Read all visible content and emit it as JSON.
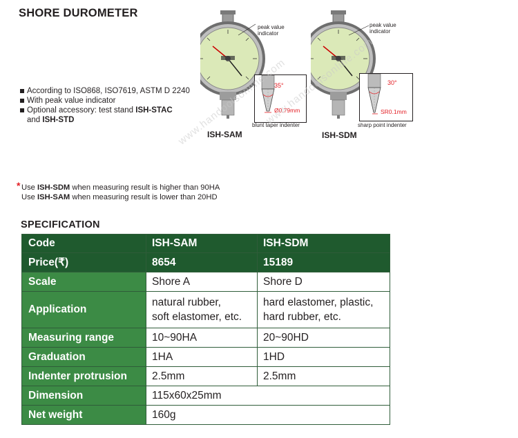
{
  "title": "SHORE DUROMETER",
  "features": [
    {
      "text": "According to ISO868, ISO7619, ASTM D 2240"
    },
    {
      "text": "With peak value indicator"
    },
    {
      "text": "Optional accessory: test stand ",
      "bold": "ISH-STAC",
      "cont_pre": "and ",
      "cont_bold": "ISH-STD"
    }
  ],
  "products": [
    {
      "model": "ISH-SAM",
      "peak_label_1": "peak value",
      "peak_label_2": "indicator",
      "angle": "35°",
      "tip": "Ø0.79mm",
      "indenter_caption": "blunt taper indenter"
    },
    {
      "model": "ISH-SDM",
      "peak_label_1": "peak value",
      "peak_label_2": "indicator",
      "angle": "30°",
      "tip": "SR0.1mm",
      "indenter_caption": "sharp point indenter"
    }
  ],
  "watermark": "www.handoolsonline.com",
  "note": {
    "star": "*",
    "line1_pre": "Use ",
    "line1_bold": "ISH-SDM",
    "line1_post": " when measuring result is higher than 90HA",
    "line2_pre": "Use ",
    "line2_bold": "ISH-SAM",
    "line2_post": " when measuring result is lower than 20HD"
  },
  "spec_title": "SPECIFICATION",
  "spec": {
    "code": {
      "label": "Code",
      "sam": "ISH-SAM",
      "sdm": "ISH-SDM"
    },
    "price": {
      "label": "Price(₹)",
      "sam": "8654",
      "sdm": "15189"
    },
    "scale": {
      "label": "Scale",
      "sam": "Shore A",
      "sdm": "Shore D"
    },
    "application": {
      "label": "Application",
      "sam_1": "natural rubber,",
      "sam_2": "soft elastomer, etc.",
      "sdm_1": "hard elastomer, plastic,",
      "sdm_2": "hard rubber, etc."
    },
    "range": {
      "label": "Measuring range",
      "sam": "10~90HA",
      "sdm": "20~90HD"
    },
    "graduation": {
      "label": "Graduation",
      "sam": "1HA",
      "sdm": "1HD"
    },
    "protrusion": {
      "label": "Indenter protrusion",
      "sam": "2.5mm",
      "sdm": "2.5mm"
    },
    "dimension": {
      "label": "Dimension",
      "value": "115x60x25mm"
    },
    "weight": {
      "label": "Net weight",
      "value": "160g"
    }
  },
  "colors": {
    "header_dark": "#1f5a2e",
    "label_green": "#3c8b45",
    "gauge_face": "#dbe9b8",
    "accent_red": "#e31e24"
  }
}
